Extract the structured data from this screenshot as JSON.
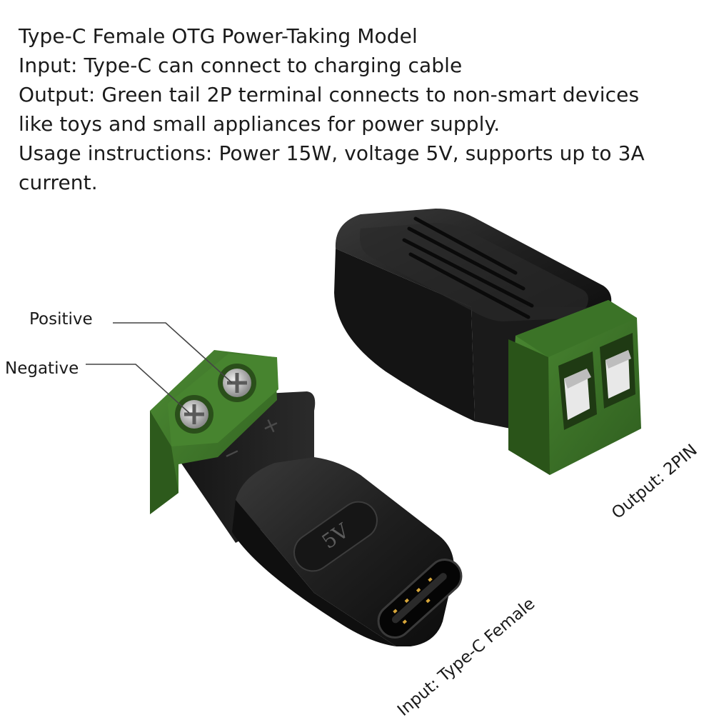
{
  "description": {
    "line1": "Type-C Female OTG Power-Taking Model",
    "line2": "Input: Type-C can connect to charging cable",
    "line3": "Output: Green tail 2P terminal connects to non-smart devices",
    "line4": "like toys and small appliances for power supply.",
    "line5": "Usage instructions: Power 15W, voltage 5V, supports up to 3A",
    "line6": "current."
  },
  "callouts": {
    "positive": "Positive",
    "negative": "Negative",
    "output": "Output: 2PIN",
    "input": "Input: Type-C Female"
  },
  "product": {
    "badge": "5V",
    "plus_mark": "+",
    "minus_mark": "−"
  },
  "colors": {
    "body": "#1c1c1c",
    "terminal_green": "#3f7a2a",
    "screw": "#c8c8c8"
  }
}
